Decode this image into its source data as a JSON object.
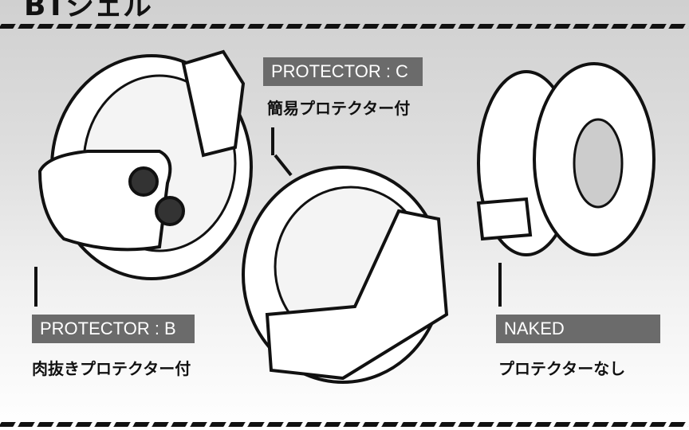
{
  "header": {
    "title": "BTシェル"
  },
  "items": [
    {
      "tag": "PROTECTOR : C",
      "subtitle": "簡易プロテクター付"
    },
    {
      "tag": "PROTECTOR : B",
      "subtitle": "肉抜きプロテクター付"
    },
    {
      "tag": "NAKED",
      "subtitle": "プロテクターなし"
    }
  ],
  "colors": {
    "tag_bg": "#6b6b6b",
    "tag_text": "#ffffff"
  }
}
